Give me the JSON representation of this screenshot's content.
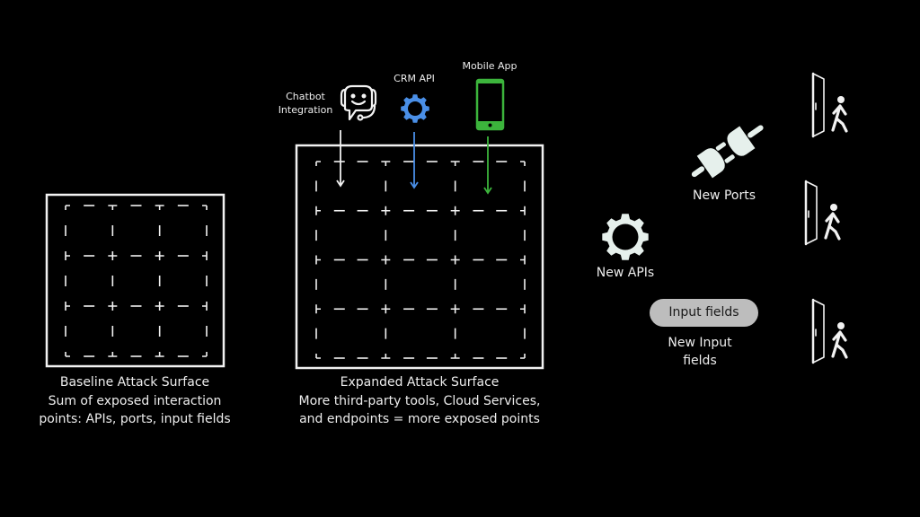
{
  "colors": {
    "background": "#000000",
    "foreground": "#f2f2f2",
    "crm_api": "#4a8fe7",
    "mobile_app": "#3cb43c",
    "icon_fill": "#e6f0ec",
    "pill": "#bdbdbd"
  },
  "baseline": {
    "title": "Baseline Attack Surface",
    "line2": "Sum of exposed interaction",
    "line3": "points: APIs, ports, input fields",
    "grid": {
      "cols": 3,
      "rows": 3
    }
  },
  "expanded": {
    "title": "Expanded Attack Surface",
    "line2": "More third-party tools, Cloud Services,",
    "line3": "and endpoints = more exposed points",
    "grid": {
      "cols": 3,
      "rows": 4
    },
    "sources": [
      {
        "label_line1": "Chatbot",
        "label_line2": "Integration",
        "icon": "chatbot-headset-icon",
        "color": "#ffffff"
      },
      {
        "label_line1": "CRM API",
        "label_line2": "",
        "icon": "gear-icon",
        "color": "#4a8fe7"
      },
      {
        "label_line1": "Mobile App",
        "label_line2": "",
        "icon": "mobile-phone-icon",
        "color": "#3cb43c"
      }
    ]
  },
  "right_panel": {
    "apis_label": "New APIs",
    "ports_label": "New Ports",
    "input_pill": "Input fields",
    "input_label_line1": "New Input",
    "input_label_line2": "fields",
    "entries": [
      {
        "icon": "person-entering-door-icon"
      },
      {
        "icon": "person-entering-door-icon"
      },
      {
        "icon": "person-entering-door-icon"
      }
    ]
  }
}
